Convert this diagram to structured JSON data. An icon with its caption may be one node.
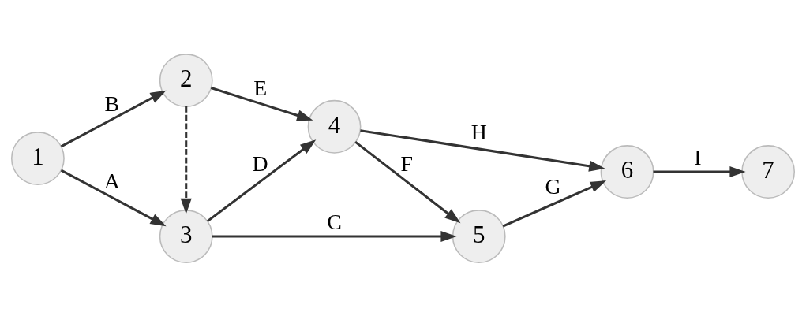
{
  "diagram": {
    "nodes": [
      {
        "text": [
          "3"
        ]
      },
      {
        "text": [
          "1"
        ]
      },
      {
        "text": [
          "4"
        ]
      },
      {
        "text": [
          "5"
        ]
      },
      {
        "text": [
          "6"
        ]
      },
      {
        "text": [
          "7"
        ]
      },
      {
        "text": [
          "2"
        ]
      }
    ],
    "edges": [
      {
        "from": 1,
        "to": 0,
        "arrow": "to",
        "label": "A"
      },
      {
        "from": 1,
        "to": 6,
        "arrow": "to",
        "label": "B"
      },
      {
        "from": 6,
        "to": 0,
        "arrow": "to",
        "style": "dashed"
      },
      {
        "from": 0,
        "to": 3,
        "arrow": "to",
        "label": "C"
      },
      {
        "from": 0,
        "to": 2,
        "arrow": "to",
        "label": "D"
      },
      {
        "from": 6,
        "to": 2,
        "arrow": "to",
        "label": "E"
      },
      {
        "from": 2,
        "to": 3,
        "arrow": "to",
        "label": "F"
      },
      {
        "from": 3,
        "to": 4,
        "arrow": "to",
        "label": "G"
      },
      {
        "from": 2,
        "to": 4,
        "arrow": "to",
        "label": "H"
      },
      {
        "from": 4,
        "to": 5,
        "arrow": "to",
        "label": "I"
      }
    ]
  }
}
